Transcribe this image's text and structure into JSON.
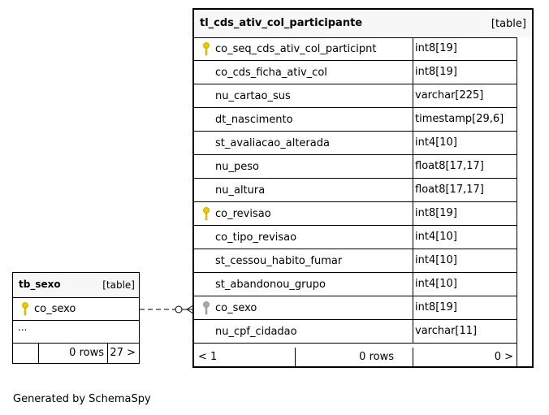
{
  "main_table": {
    "name": "tl_cds_ativ_col_participante",
    "kind": "[table]",
    "columns": [
      {
        "name": "co_seq_cds_ativ_col_participnt",
        "type": "int8[19]",
        "key": "primary"
      },
      {
        "name": "co_cds_ficha_ativ_col",
        "type": "int8[19]",
        "key": ""
      },
      {
        "name": "nu_cartao_sus",
        "type": "varchar[225]",
        "key": ""
      },
      {
        "name": "dt_nascimento",
        "type": "timestamp[29,6]",
        "key": ""
      },
      {
        "name": "st_avaliacao_alterada",
        "type": "int4[10]",
        "key": ""
      },
      {
        "name": "nu_peso",
        "type": "float8[17,17]",
        "key": ""
      },
      {
        "name": "nu_altura",
        "type": "float8[17,17]",
        "key": ""
      },
      {
        "name": "co_revisao",
        "type": "int8[19]",
        "key": "primary"
      },
      {
        "name": "co_tipo_revisao",
        "type": "int4[10]",
        "key": ""
      },
      {
        "name": "st_cessou_habito_fumar",
        "type": "int4[10]",
        "key": ""
      },
      {
        "name": "st_abandonou_grupo",
        "type": "int4[10]",
        "key": ""
      },
      {
        "name": "co_sexo",
        "type": "int8[19]",
        "key": "foreign"
      },
      {
        "name": "nu_cpf_cidadao",
        "type": "varchar[11]",
        "key": ""
      }
    ],
    "footer": {
      "children": "< 1",
      "rows": "0 rows",
      "parents": "0 >"
    }
  },
  "small_table": {
    "name": "tb_sexo",
    "kind": "[table]",
    "columns": [
      {
        "name": "co_sexo",
        "key": "primary"
      }
    ],
    "more": "...",
    "footer": {
      "children": "",
      "rows": "0 rows",
      "parents": "27 >"
    }
  },
  "generated_by": "Generated by SchemaSpy",
  "colors": {
    "primary_key": "#e6cc00",
    "foreign_key": "#aaaaaa",
    "header_bg": "#f7f7f7",
    "border": "#000000"
  }
}
